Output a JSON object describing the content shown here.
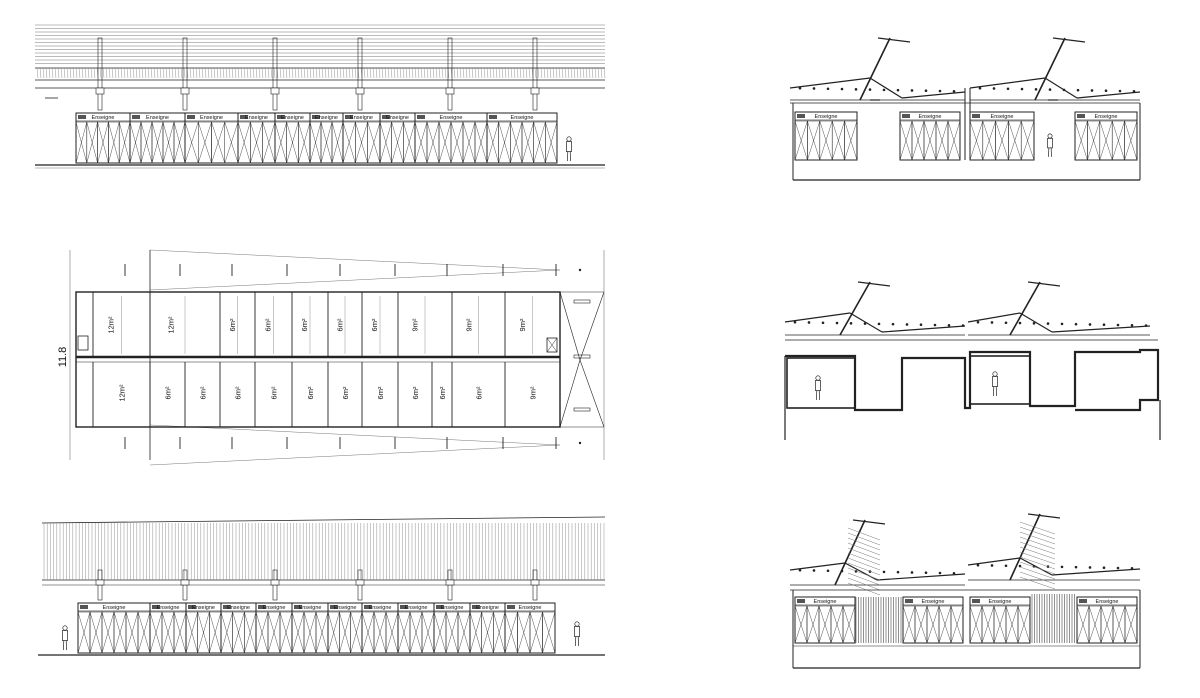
{
  "sign_label": "Enseigne",
  "dimension_label": "11.8",
  "plan": {
    "top_row": [
      "12m²",
      "12m²",
      "6m²",
      "6m²",
      "6m²",
      "6m²",
      "6m²",
      "9m²",
      "9m²",
      "9m²"
    ],
    "bottom_row": [
      "12m²",
      "6m²",
      "6m²",
      "6m²",
      "6m²",
      "6m²",
      "6m²",
      "6m²",
      "6m²",
      "6m²",
      "6m²",
      "9m²"
    ]
  },
  "elevation_top": {
    "shop_signs": 11
  },
  "elevation_bottom": {
    "shop_signs": 13
  },
  "section_top": {
    "shop_signs": 4
  },
  "section_bottom": {
    "shop_signs": 4
  },
  "colors": {
    "line": "#222222",
    "light_line": "#777777",
    "fill_dark": "#555555"
  }
}
